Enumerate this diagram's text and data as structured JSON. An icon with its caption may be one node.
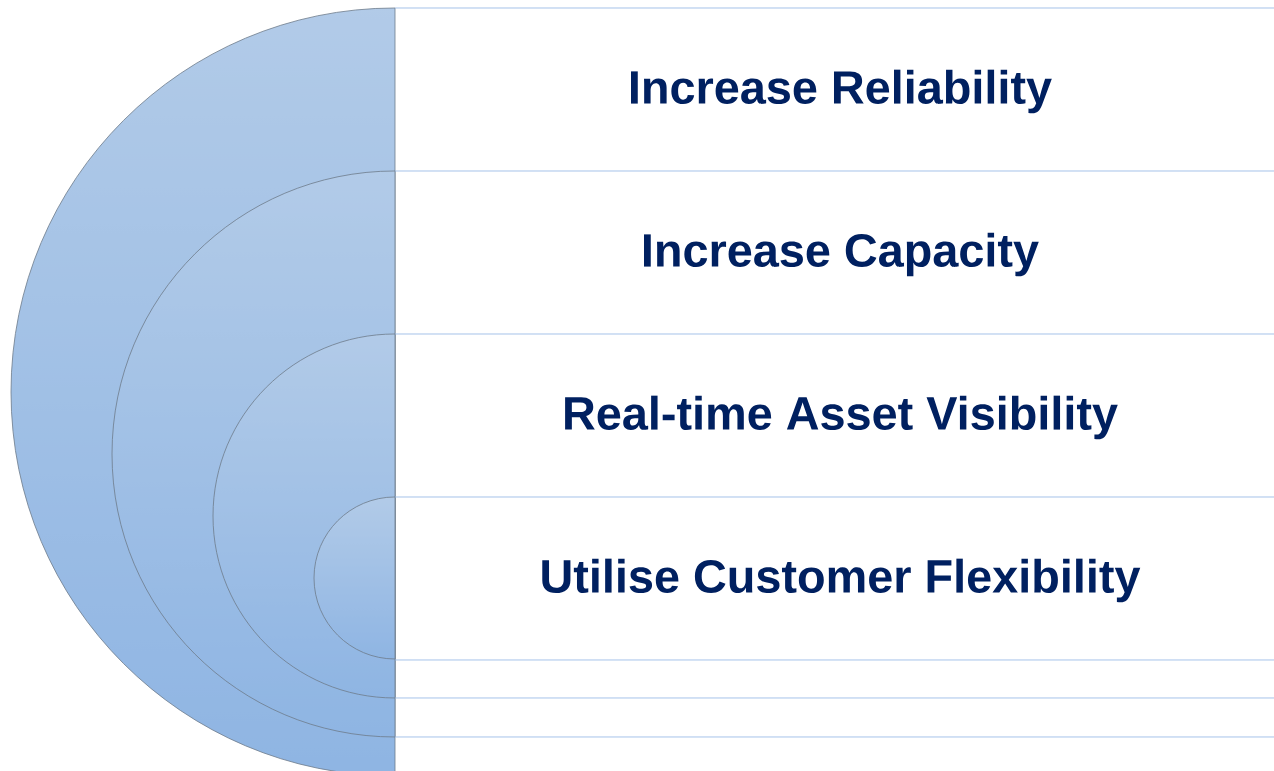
{
  "diagram": {
    "nodes": [
      {
        "text": [
          "Increase Reliability"
        ]
      },
      {
        "text": [
          "Increase Capacity"
        ]
      },
      {
        "text": [
          "Real-time Asset Visibility"
        ]
      },
      {
        "text": [
          "Utilise Customer Flexibility"
        ]
      }
    ]
  }
}
